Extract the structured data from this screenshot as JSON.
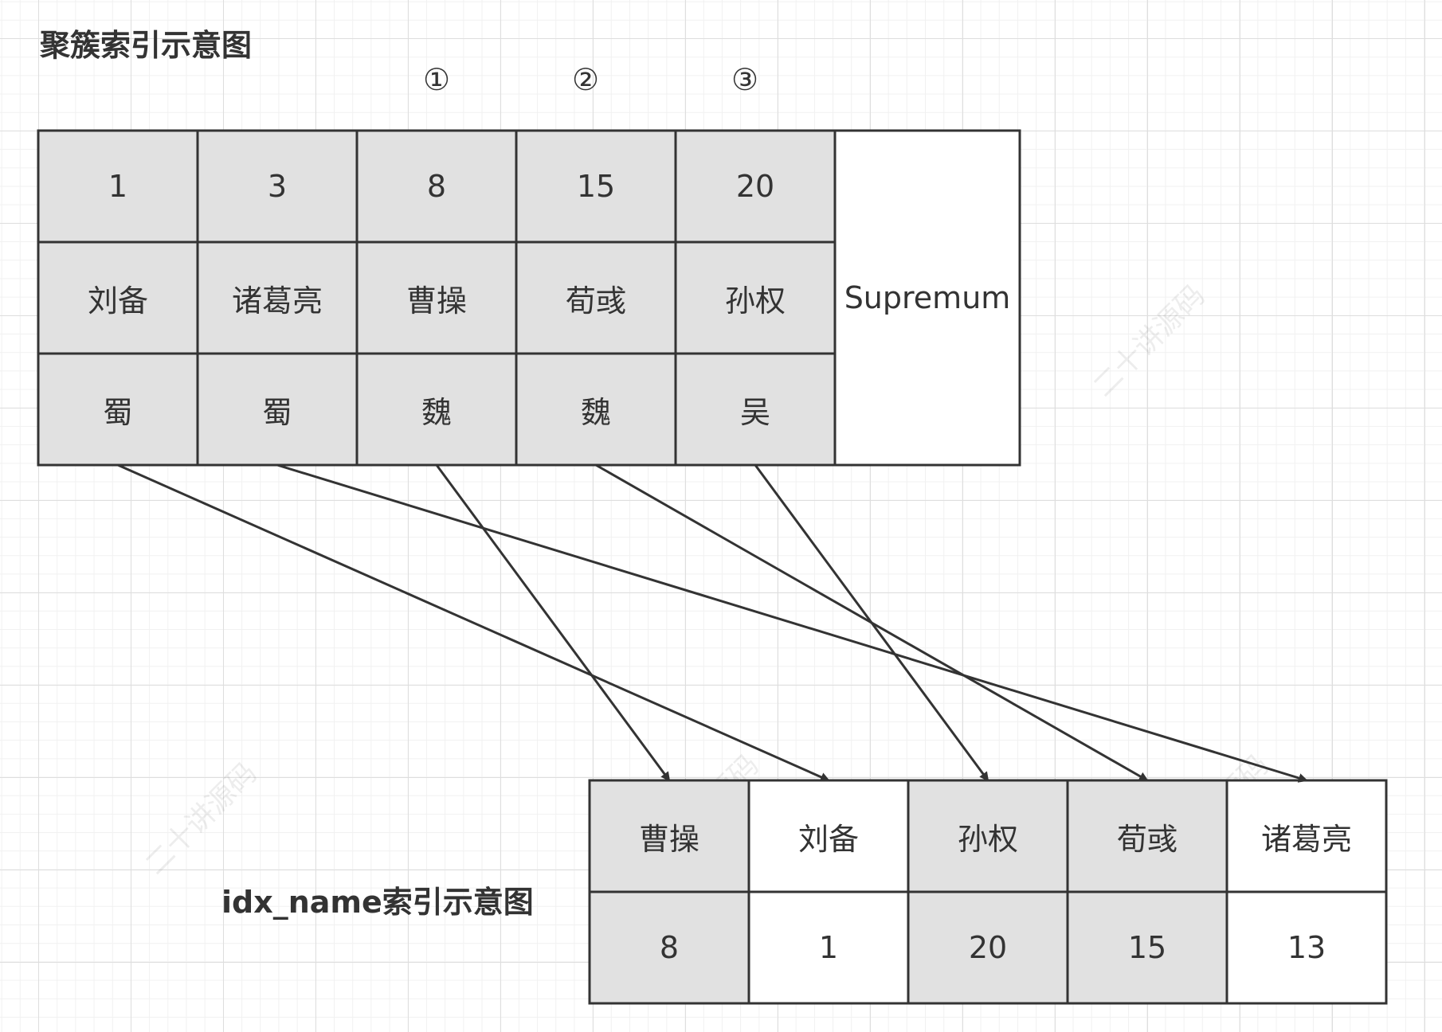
{
  "clustered": {
    "title": "聚簇索引示意图",
    "markers": [
      "①",
      "②",
      "③"
    ],
    "records": [
      {
        "id": "1",
        "name": "刘备",
        "country": "蜀"
      },
      {
        "id": "3",
        "name": "诸葛亮",
        "country": "蜀"
      },
      {
        "id": "8",
        "name": "曹操",
        "country": "魏"
      },
      {
        "id": "15",
        "name": "荀彧",
        "country": "魏"
      },
      {
        "id": "20",
        "name": "孙权",
        "country": "吴"
      }
    ],
    "supremum": "Supremum"
  },
  "secondary": {
    "title": "idx_name索引示意图",
    "entries": [
      {
        "name": "曹操",
        "id": "8",
        "shade": "grey"
      },
      {
        "name": "刘备",
        "id": "1",
        "shade": "white"
      },
      {
        "name": "孙权",
        "id": "20",
        "shade": "grey"
      },
      {
        "name": "荀彧",
        "id": "15",
        "shade": "grey"
      },
      {
        "name": "诸葛亮",
        "id": "13",
        "shade": "white"
      }
    ]
  },
  "links": [
    {
      "from_record": 0,
      "to_entry": 1
    },
    {
      "from_record": 1,
      "to_entry": 4
    },
    {
      "from_record": 2,
      "to_entry": 0
    },
    {
      "from_record": 3,
      "to_entry": 3
    },
    {
      "from_record": 4,
      "to_entry": 2
    }
  ],
  "watermark": "二十讲源码",
  "colors": {
    "cell_grey": "#e1e1e1",
    "border": "#333333",
    "line": "#333333"
  }
}
